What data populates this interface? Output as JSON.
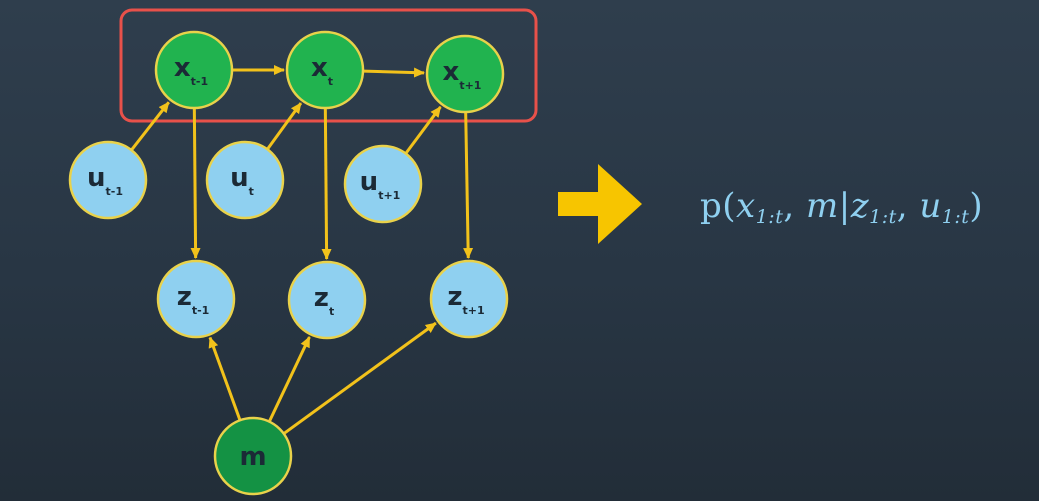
{
  "diagram": {
    "nodes": {
      "x_prev": {
        "main": "x",
        "sub": "t-1",
        "kind": "pose"
      },
      "x_cur": {
        "main": "x",
        "sub": "t",
        "kind": "pose"
      },
      "x_next": {
        "main": "x",
        "sub": "t+1",
        "kind": "pose"
      },
      "u_prev": {
        "main": "u",
        "sub": "t-1",
        "kind": "control"
      },
      "u_cur": {
        "main": "u",
        "sub": "t",
        "kind": "control"
      },
      "u_next": {
        "main": "u",
        "sub": "t+1",
        "kind": "control"
      },
      "z_prev": {
        "main": "z",
        "sub": "t-1",
        "kind": "observation"
      },
      "z_cur": {
        "main": "z",
        "sub": "t",
        "kind": "observation"
      },
      "z_next": {
        "main": "z",
        "sub": "t+1",
        "kind": "observation"
      },
      "m": {
        "main": "m",
        "sub": "",
        "kind": "map"
      }
    },
    "edges": [
      [
        "x_prev",
        "x_cur"
      ],
      [
        "x_cur",
        "x_next"
      ],
      [
        "u_prev",
        "x_prev"
      ],
      [
        "u_cur",
        "x_cur"
      ],
      [
        "u_next",
        "x_next"
      ],
      [
        "x_prev",
        "z_prev"
      ],
      [
        "x_cur",
        "z_cur"
      ],
      [
        "x_next",
        "z_next"
      ],
      [
        "m",
        "z_prev"
      ],
      [
        "m",
        "z_cur"
      ],
      [
        "m",
        "z_next"
      ]
    ],
    "highlight": "pose-chain",
    "colors": {
      "pose_fill": "#21b34f",
      "map_fill": "#149244",
      "light_fill": "#8fd0f0",
      "node_stroke": "#e9d24a",
      "arrow": "#f2c21b",
      "highlight_box": "#e8514a",
      "big_arrow": "#f7c500",
      "formula_text": "#8fd0f0"
    }
  },
  "formula": {
    "p": "p",
    "open": "(",
    "x": "x",
    "x_sub": "1:t",
    "comma1": ", ",
    "m": "m",
    "bar": "|",
    "z": "z",
    "z_sub": "1:t",
    "comma2": ", ",
    "u": "u",
    "u_sub": "1:t",
    "close": ")"
  }
}
